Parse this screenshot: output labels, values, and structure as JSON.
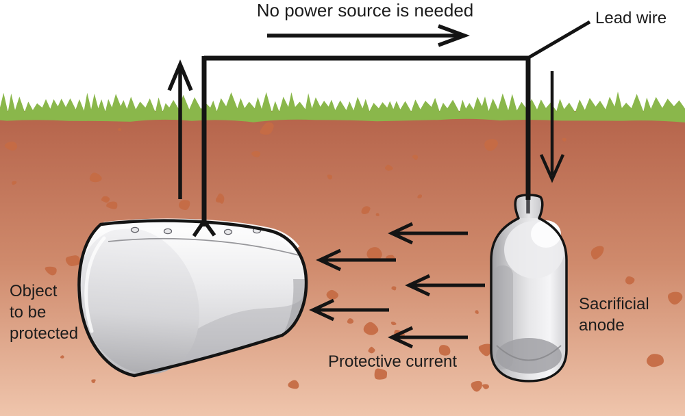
{
  "diagram": {
    "labels": {
      "no_power_source": "No power source is needed",
      "lead_wire": "Lead wire",
      "object_protected": [
        "Object",
        "to be",
        "protected"
      ],
      "sacrificial_anode": [
        "Sacrificial",
        "anode"
      ],
      "protective_current": "Protective current"
    },
    "colors": {
      "sky": "#ffffff",
      "grass": "#8ab74b",
      "soil_top": "#b5634a",
      "soil_mid": "#cf8a6c",
      "soil_bottom": "#efc5ac",
      "speckle": "#c56b45",
      "line": "#141414",
      "text": "#1c1c1c",
      "metal_light": "#f5f5f7",
      "metal_dark": "#a0a0a4"
    }
  }
}
